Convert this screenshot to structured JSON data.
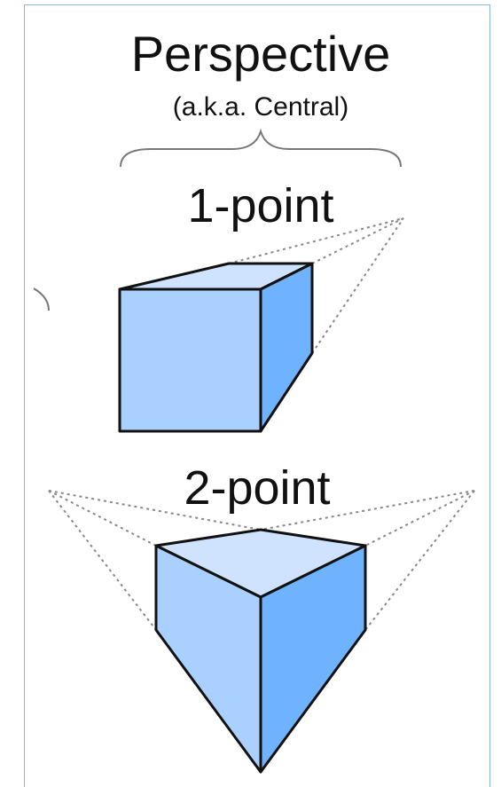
{
  "title": "Perspective",
  "subtitle": "(a.k.a. Central)",
  "sections": [
    {
      "label": "1-point"
    },
    {
      "label": "2-point"
    }
  ],
  "colors": {
    "frame_border": "#8ab4e8",
    "cube_top": "#cfe3ff",
    "cube_front": "#a9d0ff",
    "cube_side": "#6fb3ff",
    "outline": "#111111",
    "dotted": "#888888",
    "brace": "#777777"
  }
}
